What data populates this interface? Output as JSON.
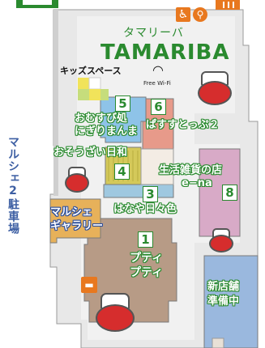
{
  "map": {
    "title_kana": "タマリーバ",
    "title_latin": "TAMARIBA",
    "wifi_label": "Free Wi-Fi",
    "kids_space": "キッズスペース",
    "marche_parking": "マルシェ2駐車場",
    "marche_gallery": [
      "マルシェ",
      "ギャラリー"
    ],
    "new_shop": [
      "新店舗",
      "準備中"
    ]
  },
  "shops": [
    {
      "number": "1",
      "name": [
        "プティ",
        "プティ"
      ]
    },
    {
      "number": "3",
      "name": [
        "はなや日々色"
      ]
    },
    {
      "number": "4",
      "name": [
        "おそうざい日和"
      ]
    },
    {
      "number": "5",
      "name": [
        "おむすび処",
        "にぎりまんま"
      ]
    },
    {
      "number": "6",
      "name": [
        "ぱすすとっぷ２"
      ]
    },
    {
      "number": "8",
      "name": [
        "生活雑貨の店",
        "e−na"
      ]
    }
  ],
  "icons": [
    "wheelchair-icon",
    "restroom-icon",
    "wifi-icon",
    "smoking-area-icon",
    "exit-icon",
    "mascot-icon"
  ],
  "colors": {
    "label_green": "#2a8a2f",
    "shop1_brown": "#b79b86",
    "shop3_blue": "#9fc8e0",
    "shop4_yellow": "#d4c95a",
    "shop5_blue": "#8ec3e8",
    "shop6_salmon": "#e79a8a",
    "shop8_pink": "#d8aac7",
    "gallery_orange": "#e7b15a",
    "new_shop_blue": "#9ab8de",
    "floor_gray": "#e6e6e6"
  }
}
